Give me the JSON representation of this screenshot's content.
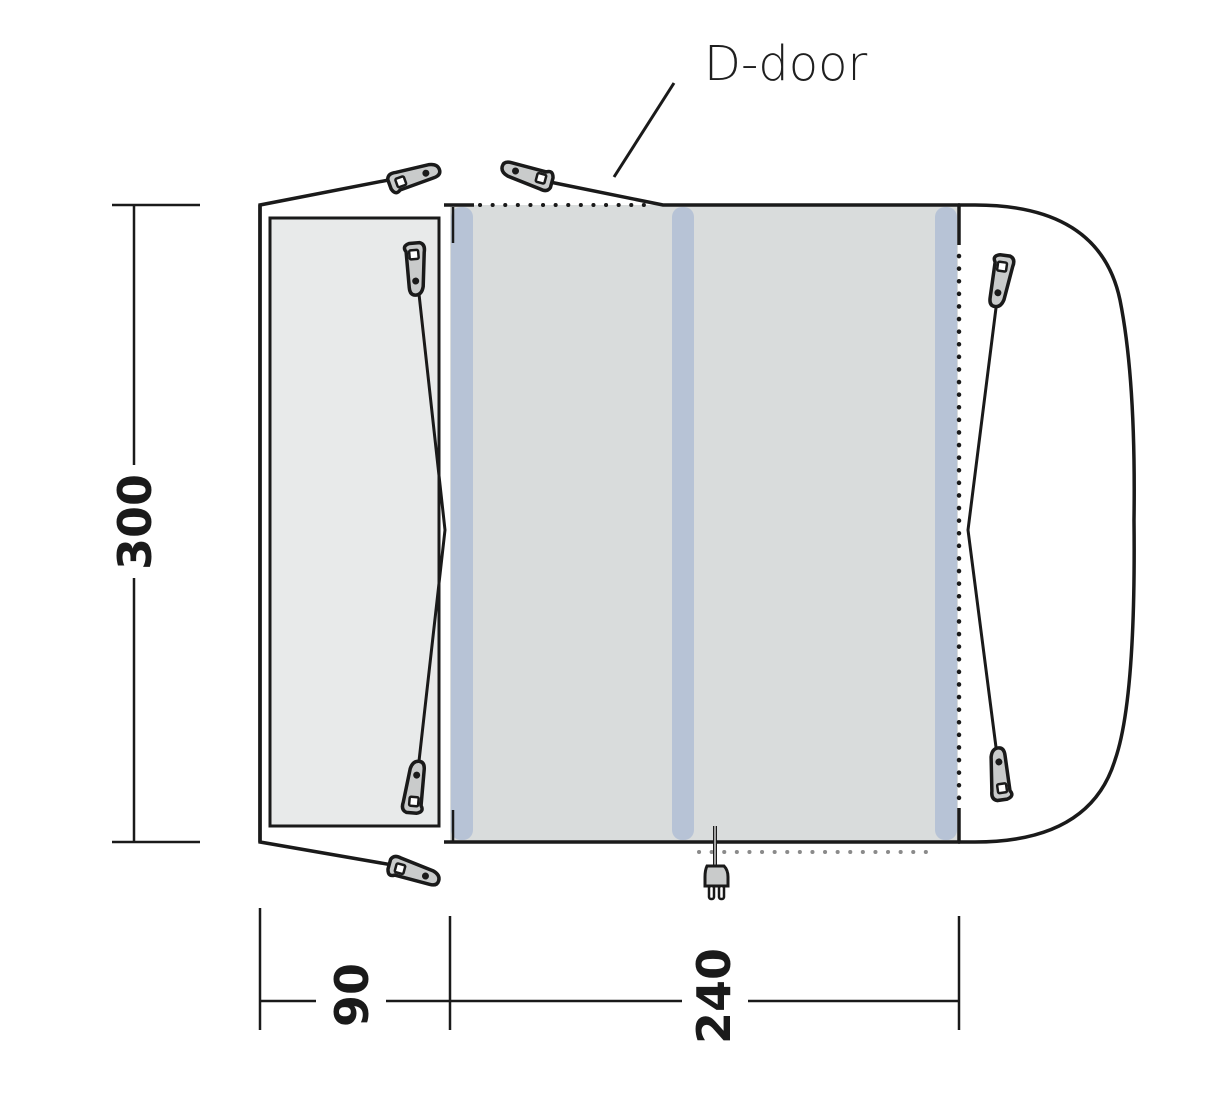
{
  "diagram": {
    "title": "Awning floor plan",
    "labels": {
      "door": "D-door"
    },
    "dimensions": {
      "depth": "300",
      "porch_width": "90",
      "main_width": "240"
    },
    "colors": {
      "outline": "#1a1a1a",
      "porch_floor": "#e8eaea",
      "main_floor": "#d9dcdc",
      "air_beam": "#b7c3d6",
      "peg": "#c9cbcb",
      "dotted_gray": "#8a8a8a"
    },
    "features": [
      "porch",
      "main-room",
      "air-beam-1",
      "air-beam-2",
      "air-beam-3",
      "guy-lines",
      "pegs",
      "power-cable-plug",
      "vehicle-connection-tunnel"
    ]
  }
}
